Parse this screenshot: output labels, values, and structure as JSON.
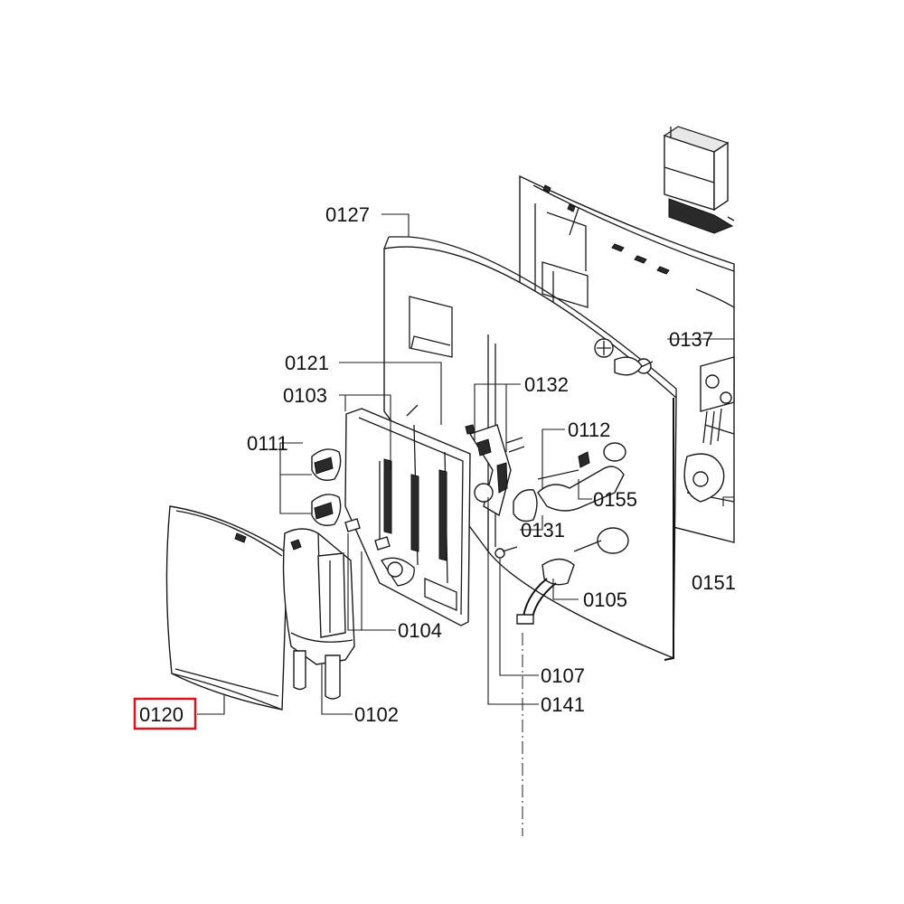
{
  "diagram": {
    "labels": {
      "p0127": "0127",
      "p0121": "0121",
      "p0103": "0103",
      "p0111": "0111",
      "p0132": "0132",
      "p0112": "0112",
      "p0137": "0137",
      "p0155": "0155",
      "p0131": "0131",
      "p0151": "0151",
      "p0105": "0105",
      "p0104": "0104",
      "p0107": "0107",
      "p0141": "0141",
      "p0120": "0120",
      "p0102": "0102"
    },
    "highlighted_part": "0120",
    "highlight_color": "#d9141e"
  }
}
